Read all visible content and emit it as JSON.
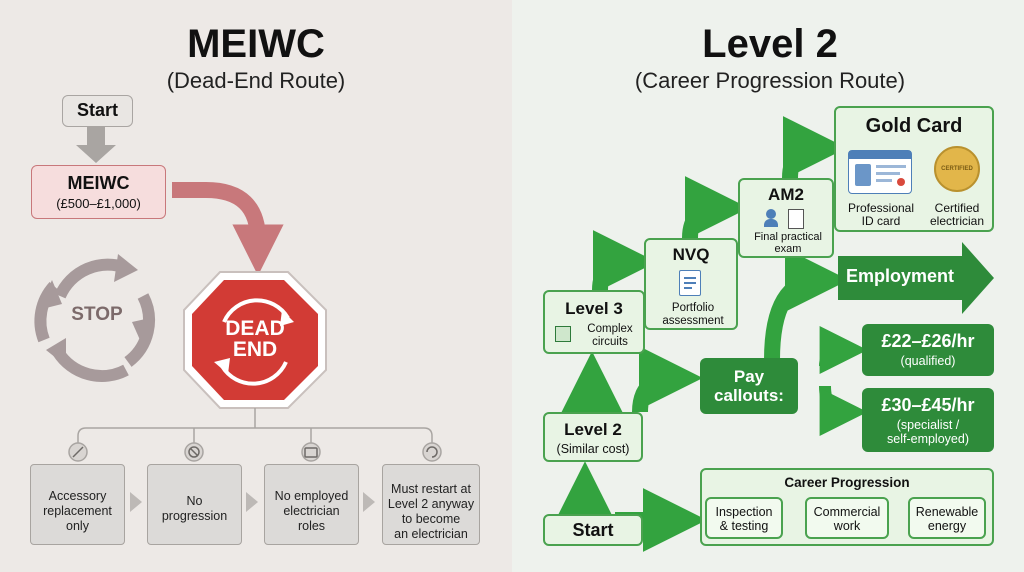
{
  "left": {
    "title": "MEIWC",
    "subtitle": "(Dead-End Route)",
    "start": "Start",
    "meiwc_box": {
      "title": "MEIWC",
      "cost": "(£500–£1,000)"
    },
    "stop": "STOP",
    "dead_end": {
      "line1": "DEAD",
      "line2": "END"
    },
    "outcomes": [
      {
        "icon": "screwdriver-icon",
        "lines": [
          "Accessory",
          "replacement",
          "only"
        ]
      },
      {
        "icon": "prohibited-icon",
        "lines": [
          "No",
          "progression"
        ]
      },
      {
        "icon": "briefcase-icon",
        "lines": [
          "No employed",
          "electrician",
          "roles"
        ]
      },
      {
        "icon": "restart-icon",
        "lines": [
          "Must restart at",
          "Level 2 anyway",
          "to become",
          "an electrician"
        ]
      }
    ]
  },
  "right": {
    "title": "Level 2",
    "subtitle": "(Career Progression Route)",
    "gold_card": {
      "title": "Gold Card",
      "items": [
        {
          "icon": "id-card-icon",
          "lines": [
            "Professional",
            "ID card"
          ]
        },
        {
          "icon": "certified-badge-icon",
          "lines": [
            "Certified",
            "electrician"
          ],
          "badge_text": "CERTIFIED"
        }
      ]
    },
    "am2": {
      "title": "AM2",
      "lines": [
        "Final practical",
        "exam"
      ]
    },
    "nvq": {
      "title": "NVQ",
      "lines": [
        "Portfolio",
        "assessment"
      ]
    },
    "level3": {
      "title": "Level 3",
      "lines": [
        "Complex",
        "circuits"
      ]
    },
    "level2": {
      "title": "Level 2",
      "sub": "(Similar cost)"
    },
    "start": "Start",
    "employment": "Employment",
    "pay": {
      "line1": "Pay",
      "line2": "callouts:"
    },
    "rate1": {
      "value": "£22–£26/hr",
      "note": "(qualified)"
    },
    "rate2": {
      "value": "£30–£45/hr",
      "note1": "(specialist /",
      "note2": "self-employed)"
    },
    "career": {
      "title": "Career Progression",
      "steps": [
        {
          "lines": [
            "Inspection",
            "& testing"
          ]
        },
        {
          "lines": [
            "Commercial",
            "work"
          ]
        },
        {
          "lines": [
            "Renewable",
            "energy"
          ]
        }
      ]
    },
    "colors": {
      "green_dark": "#2e8b3a",
      "green_light": "#e8f4e4",
      "red": "#d23b35"
    }
  }
}
